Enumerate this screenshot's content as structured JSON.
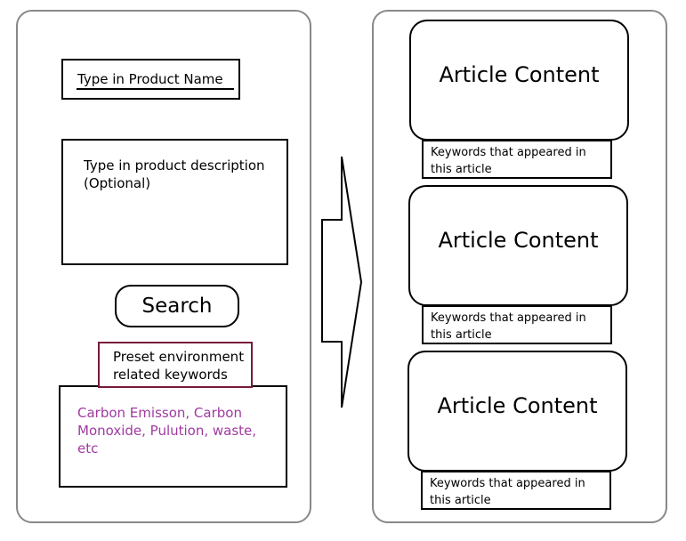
{
  "search_form": {
    "product_name_placeholder": "Type in Product Name",
    "description_placeholder": "Type in product description (Optional)",
    "search_button_label": "Search",
    "preset_label": "Preset environment related keywords",
    "preset_keywords": "Carbon Emisson, Carbon Monoxide, Pulution, waste, etc"
  },
  "results": {
    "articles": [
      {
        "title": "Article Content",
        "keywords_label": "Keywords that appeared in this article"
      },
      {
        "title": "Article Content",
        "keywords_label": "Keywords that appeared in this article"
      },
      {
        "title": "Article Content",
        "keywords_label": "Keywords that appeared in this article"
      }
    ]
  },
  "colors": {
    "panel_border": "#888888",
    "preset_border": "#7a1a3a",
    "keyword_text": "#a03aa0"
  }
}
